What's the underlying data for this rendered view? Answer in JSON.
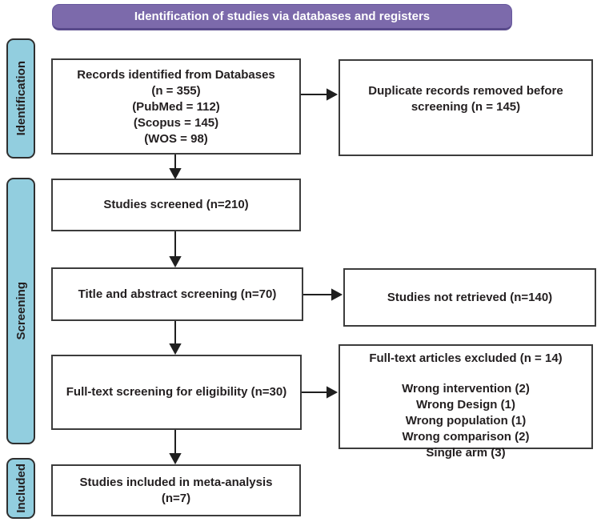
{
  "banner": {
    "label": "Identification of studies via databases and registers"
  },
  "stages": {
    "identification": "Identification",
    "screening": "Screening",
    "included": "Included"
  },
  "boxes": {
    "records_identified": {
      "lines": [
        "Records identified from Databases",
        "(n = 355)",
        "(PubMed = 112)",
        "(Scopus = 145)",
        "(WOS = 98)"
      ]
    },
    "duplicates_removed": {
      "text": "Duplicate records removed before screening (n = 145)"
    },
    "studies_screened": {
      "text": "Studies screened (n=210)"
    },
    "title_abstract_screening": {
      "text": "Title and abstract screening (n=70)"
    },
    "studies_not_retrieved": {
      "text": "Studies not retrieved (n=140)"
    },
    "fulltext_screening": {
      "text": "Full-text screening for eligibility (n=30)"
    },
    "fulltext_excluded": {
      "title": "Full-text articles excluded (n = 14)",
      "reasons": [
        "Wrong intervention (2)",
        "Wrong Design (1)",
        "Wrong population (1)",
        "Wrong comparison (2)",
        "Single arm (3)"
      ]
    },
    "included_meta_analysis": {
      "text": "Studies included in meta-analysis (n=7)"
    }
  },
  "colors": {
    "banner_bg": "#7c6aab",
    "banner_border": "#594a8b",
    "banner_text": "#ffffff",
    "stage_bg": "#92cedf",
    "box_border": "#3c3c3c",
    "arrow": "#1f1f1f",
    "text": "#231f20"
  }
}
